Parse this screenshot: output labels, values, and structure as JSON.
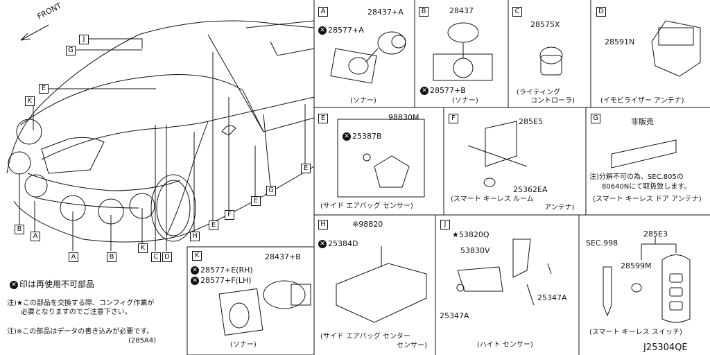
{
  "front_label": "FRONT",
  "car_callouts": [
    "J",
    "G",
    "E",
    "K",
    "B",
    "A",
    "A",
    "B",
    "K",
    "C",
    "D",
    "H",
    "E",
    "F",
    "E",
    "G",
    "E"
  ],
  "panels": {
    "A": {
      "letter": "A",
      "part_top": "28437+A",
      "part_x": "28577+A",
      "caption": "(ソナー)"
    },
    "B": {
      "letter": "B",
      "part_top": "28437",
      "part_x": "28577+B",
      "caption": "(ソナー)"
    },
    "C": {
      "letter": "C",
      "part": "28575X",
      "caption_1": "(ライティング",
      "caption_2": "コントローラ)"
    },
    "D": {
      "letter": "D",
      "part": "28591N",
      "caption": "(イモビライザー アンテナ)"
    },
    "E": {
      "letter": "E",
      "part_top": "98830M",
      "part_x": "25387B",
      "caption": "(サイド エアバッグ センサー)"
    },
    "F": {
      "letter": "F",
      "part_top": "285E5",
      "part_bottom": "25362EA",
      "caption_1": "(スマート キーレス ルーム",
      "caption_2": "アンテナ)"
    },
    "G": {
      "letter": "G",
      "label": "非販売",
      "note_1": "注)分解不可の為、SEC.805の",
      "note_2": "80640Nにて取扱致します。",
      "caption": "(スマート キーレス ドア アンテナ)"
    },
    "H": {
      "letter": "H",
      "part_top": "※98820",
      "part_x": "25384D",
      "caption_1": "(サイド エアバッグ センター",
      "caption_2": "センサー)"
    },
    "J": {
      "letter": "J",
      "part_star": "★53820Q",
      "part_2": "53830V",
      "part_3": "25347A",
      "part_4": "25347A",
      "caption": "(ハイト センサー)"
    },
    "K": {
      "letter": "K",
      "part_top": "28437+B",
      "part_x1": "28577+E(RH)",
      "part_x2": "28577+F(LH)",
      "caption": "(ソナー)"
    },
    "key": {
      "sec": "SEC.998",
      "part_top": "285E3",
      "part_mid": "28599M",
      "caption": "(スマート キーレス スイッチ)"
    }
  },
  "legend": {
    "x_meaning": "印は再使用不可部品",
    "note_1": "注)★この部品を交換する際、コンフィグ作業が",
    "note_2": "必要となりますのでご注意下さい。",
    "note_3": "注)※この部品はデータの書き込みが必要です。",
    "note_4": "(285A4)"
  },
  "diagram_id": "J25304QE"
}
